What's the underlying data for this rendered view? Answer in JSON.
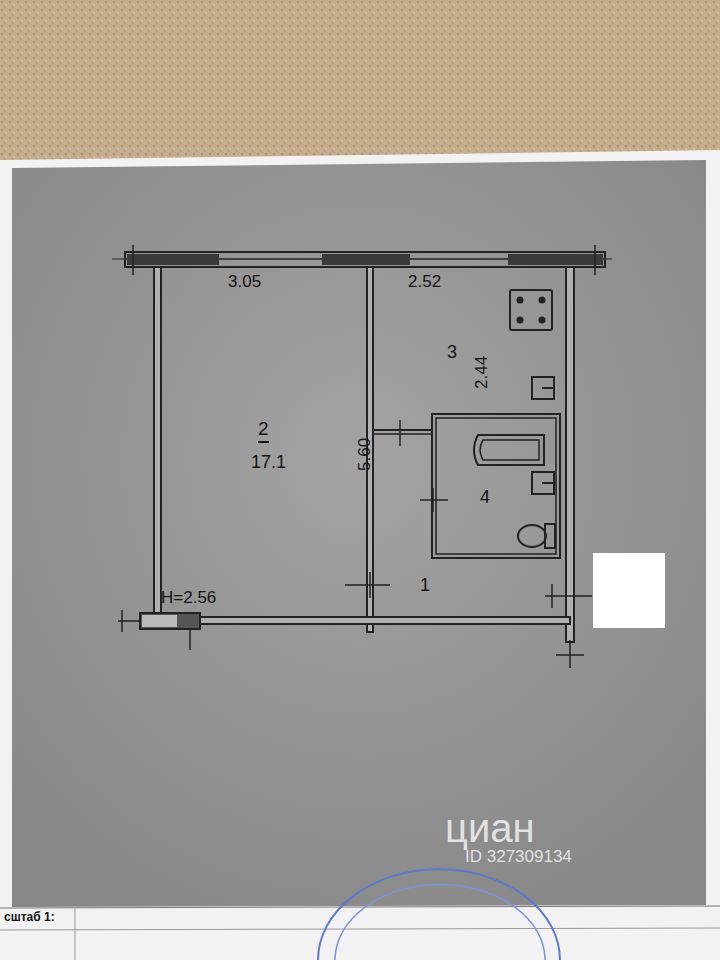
{
  "diagram": {
    "nodes": [
      {
        "text": [
          "2",
          "17.1"
        ]
      },
      {
        "text": [
          "3"
        ]
      },
      {
        "text": [
          "4"
        ]
      },
      {
        "text": [
          "1"
        ]
      }
    ],
    "labels": [
      "3.05",
      "2.52",
      "2.44",
      "5.60",
      "H=2.56",
      "циан",
      "ID 327309134",
      "сштаб 1:"
    ]
  }
}
